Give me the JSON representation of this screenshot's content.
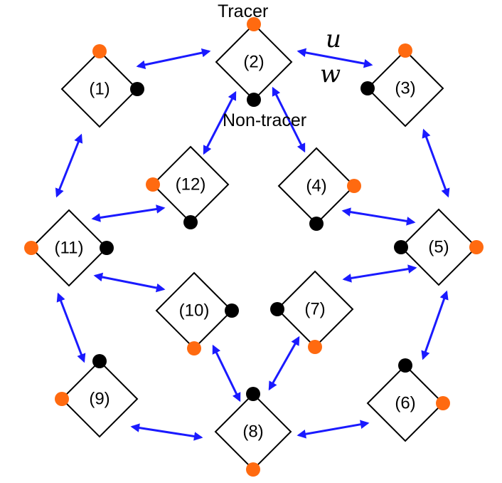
{
  "labels": {
    "tracer": "Tracer",
    "non_tracer": "Non-tracer",
    "u": "u",
    "w": "w"
  },
  "colors": {
    "tracer_port": "#ff6a10",
    "non_tracer_port": "#000000",
    "edge": "#1a1aff"
  },
  "nodes": [
    {
      "id": 1,
      "label": "(1)"
    },
    {
      "id": 2,
      "label": "(2)"
    },
    {
      "id": 3,
      "label": "(3)"
    },
    {
      "id": 4,
      "label": "(4)"
    },
    {
      "id": 5,
      "label": "(5)"
    },
    {
      "id": 6,
      "label": "(6)"
    },
    {
      "id": 7,
      "label": "(7)"
    },
    {
      "id": 8,
      "label": "(8)"
    },
    {
      "id": 9,
      "label": "(9)"
    },
    {
      "id": 10,
      "label": "(10)"
    },
    {
      "id": 11,
      "label": "(11)"
    },
    {
      "id": 12,
      "label": "(12)"
    }
  ],
  "edges": [
    [
      1,
      2
    ],
    [
      2,
      3
    ],
    [
      1,
      11
    ],
    [
      2,
      12
    ],
    [
      2,
      4
    ],
    [
      3,
      5
    ],
    [
      12,
      11
    ],
    [
      4,
      5
    ],
    [
      11,
      10
    ],
    [
      11,
      9
    ],
    [
      7,
      5
    ],
    [
      5,
      6
    ],
    [
      10,
      8
    ],
    [
      7,
      8
    ],
    [
      9,
      8
    ],
    [
      8,
      6
    ]
  ]
}
